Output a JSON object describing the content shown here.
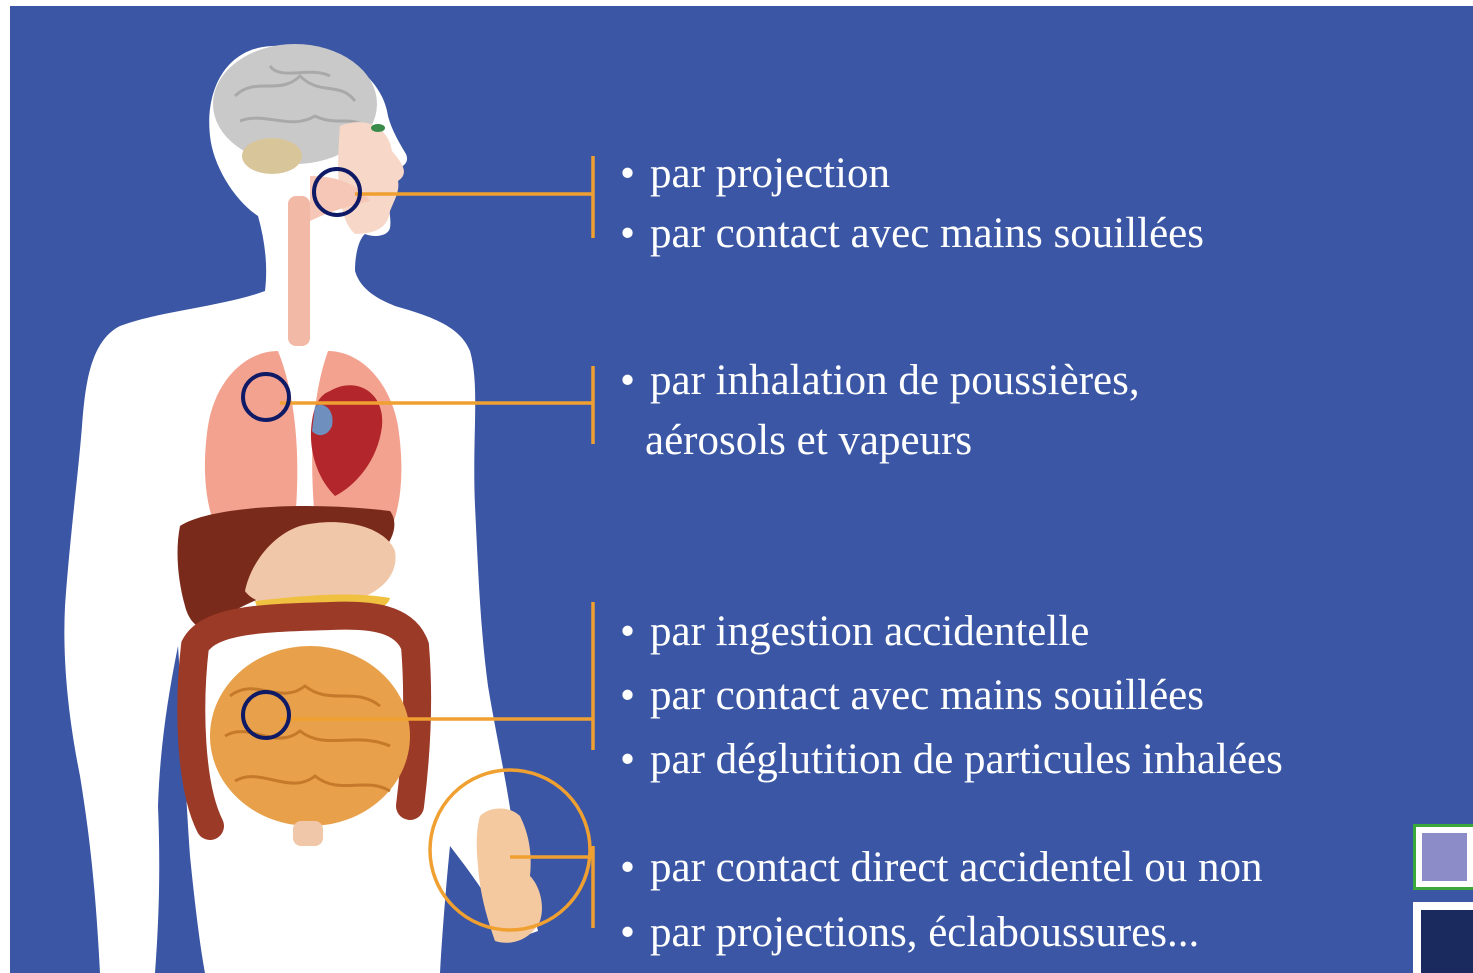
{
  "routes": [
    {
      "zone": "mouth",
      "lines": [
        {
          "text": "par projection",
          "bullet": true
        },
        {
          "text": "par contact avec mains souillées",
          "bullet": true
        }
      ]
    },
    {
      "zone": "lungs",
      "lines": [
        {
          "text": "par inhalation de poussières,",
          "bullet": true
        },
        {
          "text": "aérosols et vapeurs",
          "bullet": false
        }
      ]
    },
    {
      "zone": "intestines",
      "lines": [
        {
          "text": "par ingestion accidentelle",
          "bullet": true
        },
        {
          "text": "par contact avec mains souillées",
          "bullet": true
        },
        {
          "text": "par déglutition de particules inhalées",
          "bullet": true
        }
      ]
    },
    {
      "zone": "hand",
      "lines": [
        {
          "text": "par contact direct accidentel ou non",
          "bullet": true
        },
        {
          "text": "par projections, éclaboussures...",
          "bullet": true
        }
      ]
    }
  ],
  "bullet_char": "•",
  "colors": {
    "background": "#3a56a4",
    "connector": "#f0a030",
    "marker": "#0f1a66",
    "body": "#ffffff",
    "text": "#ffffff"
  }
}
